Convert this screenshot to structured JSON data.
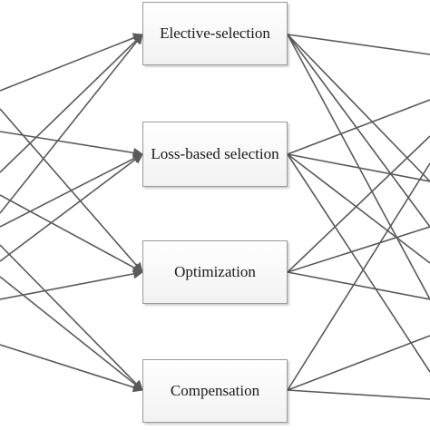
{
  "diagram": {
    "nodes": [
      {
        "id": "elective",
        "label": "Elective-selection"
      },
      {
        "id": "loss",
        "label": "Loss-based selection"
      },
      {
        "id": "optimization",
        "label": "Optimization"
      },
      {
        "id": "compensation",
        "label": "Compensation"
      }
    ],
    "edge_color": "#5a5a5a"
  }
}
